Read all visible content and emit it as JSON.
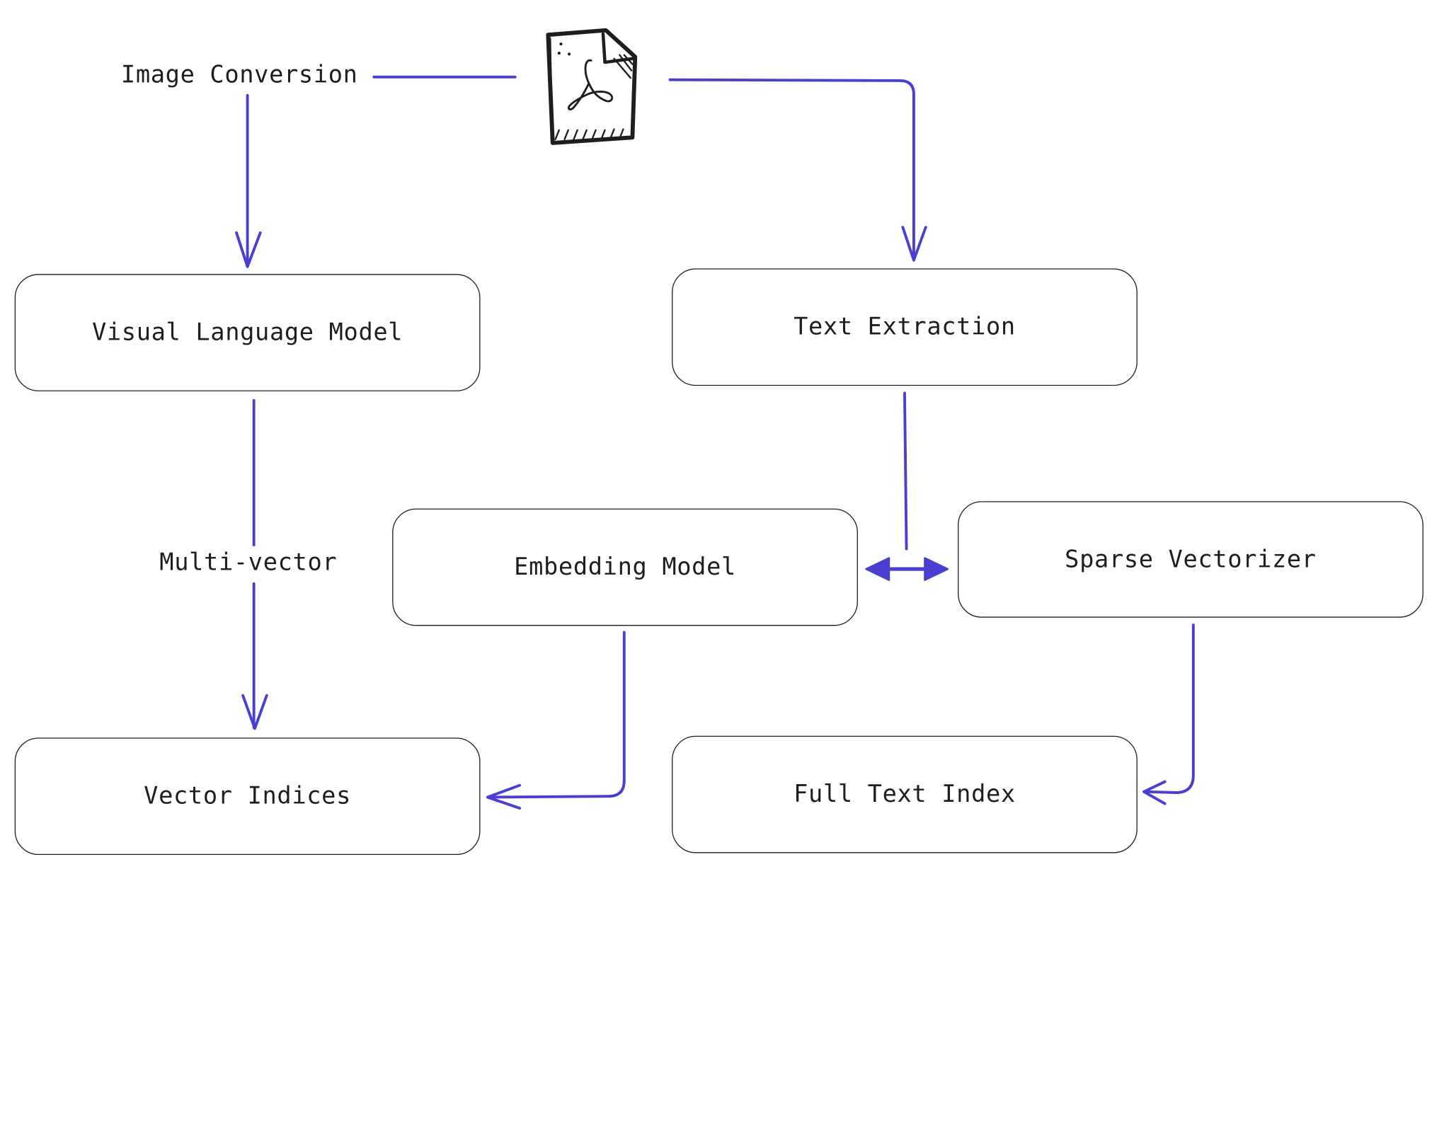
{
  "diagram": {
    "colors": {
      "arrow": "#4a3fd1",
      "stroke": "#1e1e1e",
      "background": "#ffffff"
    },
    "icon": "pdf-document-icon",
    "edge_labels": {
      "image_conversion": "Image Conversion",
      "multi_vector": "Multi-vector"
    },
    "nodes": {
      "visual_language_model": "Visual Language Model",
      "text_extraction": "Text Extraction",
      "embedding_model": "Embedding Model",
      "sparse_vectorizer": "Sparse Vectorizer",
      "vector_indices": "Vector Indices",
      "full_text_index": "Full Text Index"
    }
  }
}
